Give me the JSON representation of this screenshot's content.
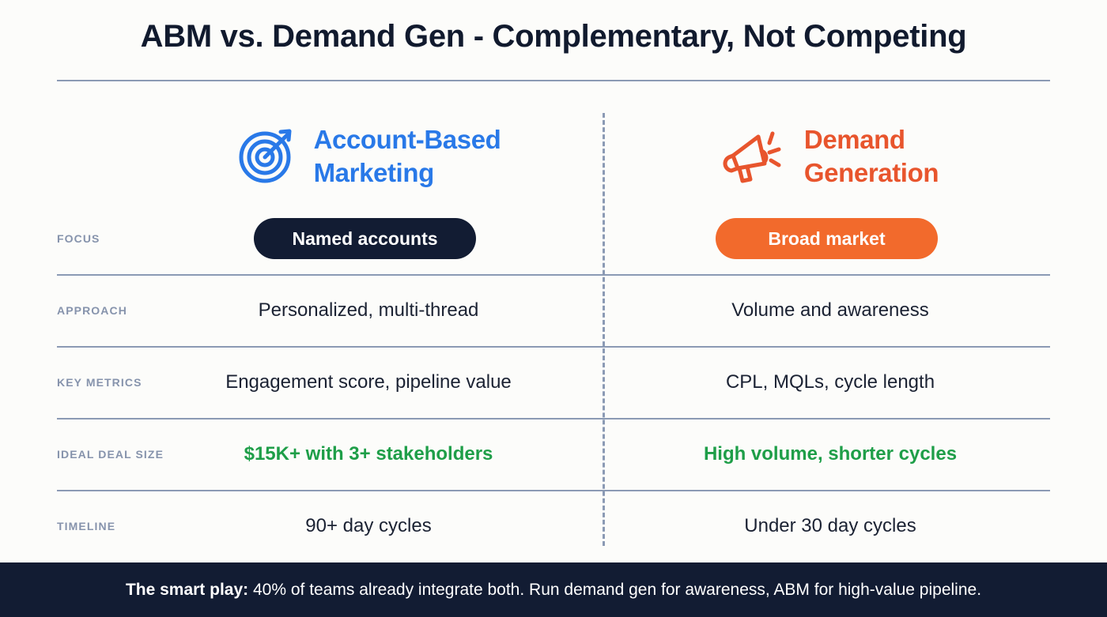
{
  "title": "ABM vs. Demand Gen - Complementary, Not Competing",
  "columns": {
    "abm": {
      "icon": "target-bullseye-arrow-icon",
      "title_line1": "Account-Based",
      "title_line2": "Marketing",
      "color": "#2979E8"
    },
    "demand_gen": {
      "icon": "megaphone-icon",
      "title_line1": "Demand",
      "title_line2": "Generation",
      "color": "#E8552D"
    }
  },
  "rows": [
    {
      "label": "FOCUS",
      "style": "pill",
      "abm": "Named accounts",
      "demand_gen": "Broad market",
      "abm_pill_color": "#121C33",
      "demand_gen_pill_color": "#F26A2C"
    },
    {
      "label": "APPROACH",
      "style": "text",
      "abm": "Personalized, multi-thread",
      "demand_gen": "Volume and awareness"
    },
    {
      "label": "KEY METRICS",
      "style": "text",
      "abm": "Engagement score, pipeline value",
      "demand_gen": "CPL, MQLs, cycle length"
    },
    {
      "label": "IDEAL DEAL SIZE",
      "style": "highlight",
      "abm": "$15K+ with 3+ stakeholders",
      "demand_gen": "High volume, shorter cycles",
      "highlight_color": "#1E9E48"
    },
    {
      "label": "TIMELINE",
      "style": "text",
      "abm": "90+ day cycles",
      "demand_gen": "Under 30 day cycles"
    }
  ],
  "banner": {
    "lead": "The smart play:",
    "body": " 40% of teams already integrate both. Run demand gen for awareness, ABM for high-value pipeline.",
    "background": "#121C33"
  }
}
